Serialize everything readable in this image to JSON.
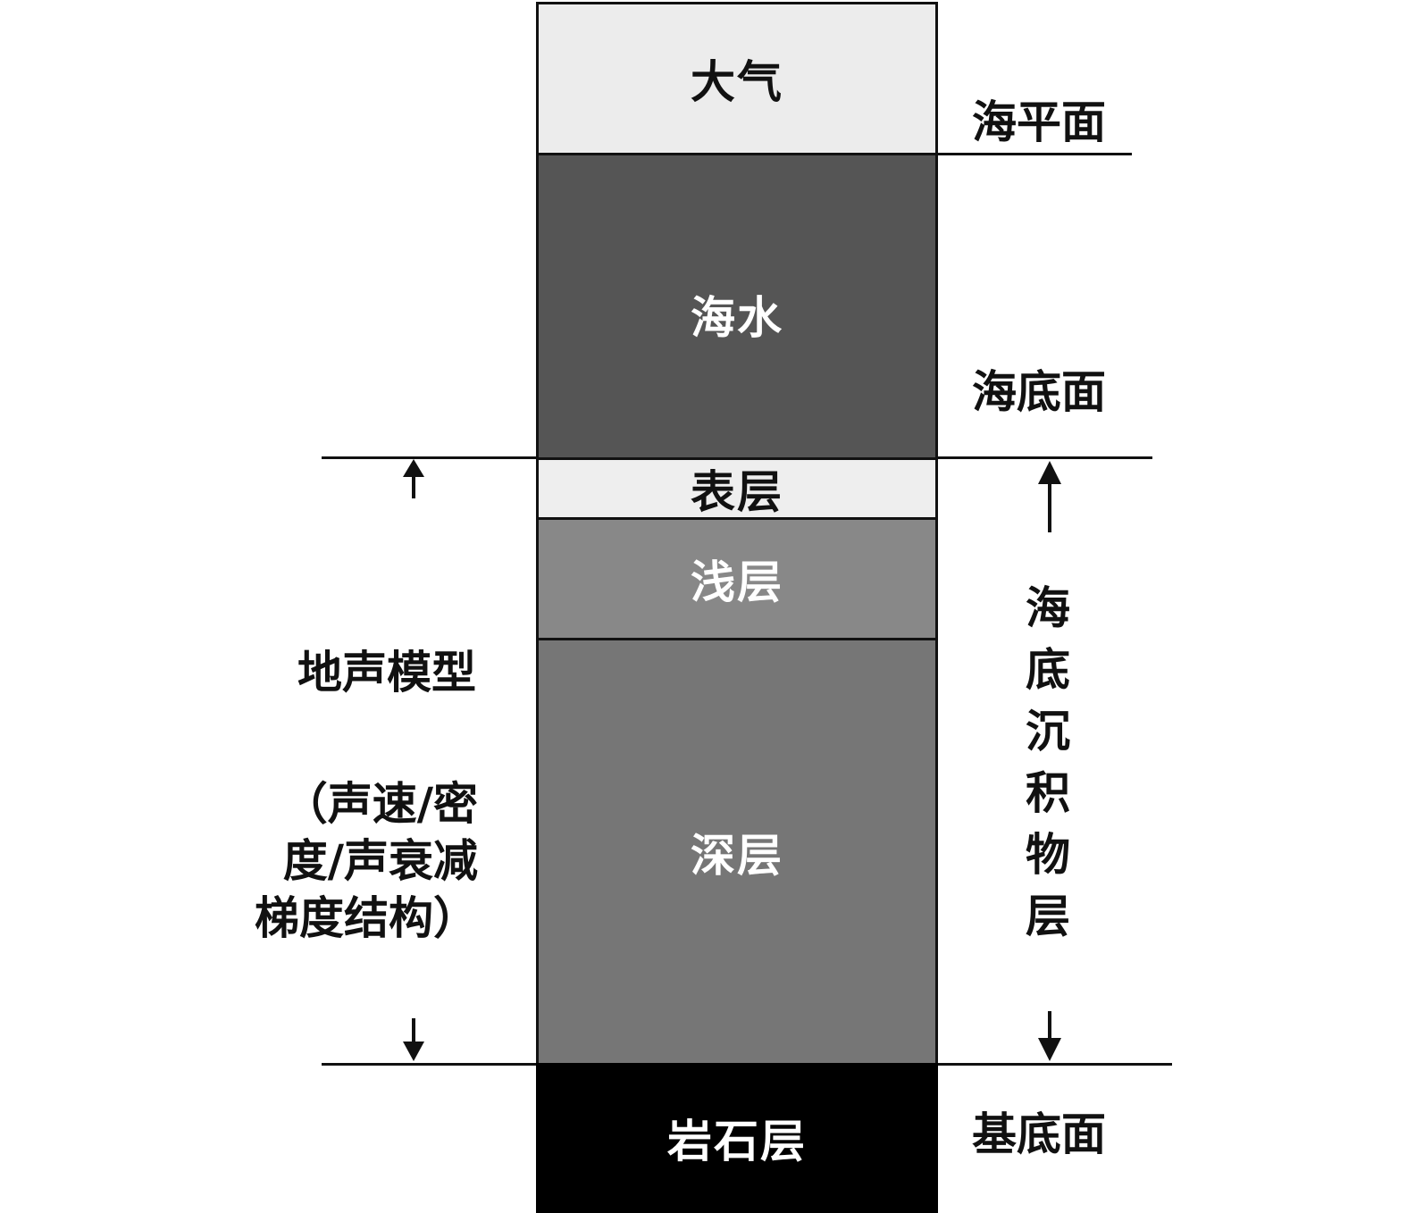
{
  "layers": {
    "atmosphere": {
      "label": "大气",
      "color": "#ececec"
    },
    "seawater": {
      "label": "海水",
      "color": "#555555"
    },
    "surface_layer": {
      "label": "表层",
      "color": "#eeeeee"
    },
    "shallow_layer": {
      "label": "浅层",
      "color": "#888888"
    },
    "deep_layer": {
      "label": "深层",
      "color": "#767676"
    },
    "rock_layer": {
      "label": "岩石层",
      "color": "#000000"
    }
  },
  "boundaries": {
    "sea_level": "海平面",
    "seafloor": "海底面",
    "basement": "基底面"
  },
  "left_annotation": {
    "title": "地声模型",
    "detail_lines": [
      "（声速/密",
      "度/声衰减",
      "梯度结构）"
    ]
  },
  "right_annotation": {
    "vertical_text": "海底沉积物层"
  }
}
